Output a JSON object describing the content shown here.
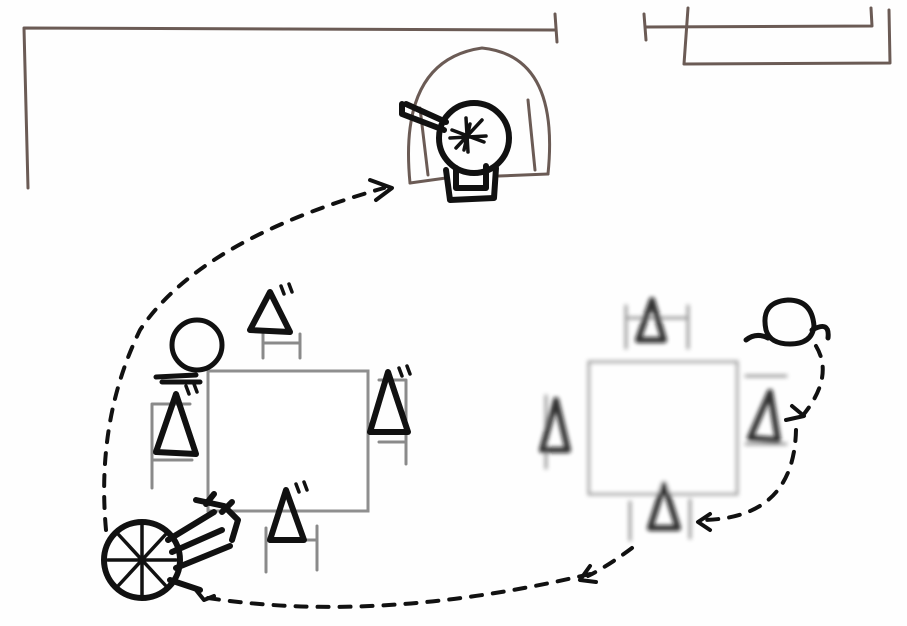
{
  "title": "",
  "elements": {
    "kitchen_walls": "present",
    "serving_counter": "present",
    "left_table": {
      "seats": 4
    },
    "right_table": {
      "seats": 4
    }
  },
  "colors": {
    "ink": "#111111",
    "wall": "#6b5b55",
    "table": "#8f8f8f",
    "paper": "#fefefe"
  }
}
